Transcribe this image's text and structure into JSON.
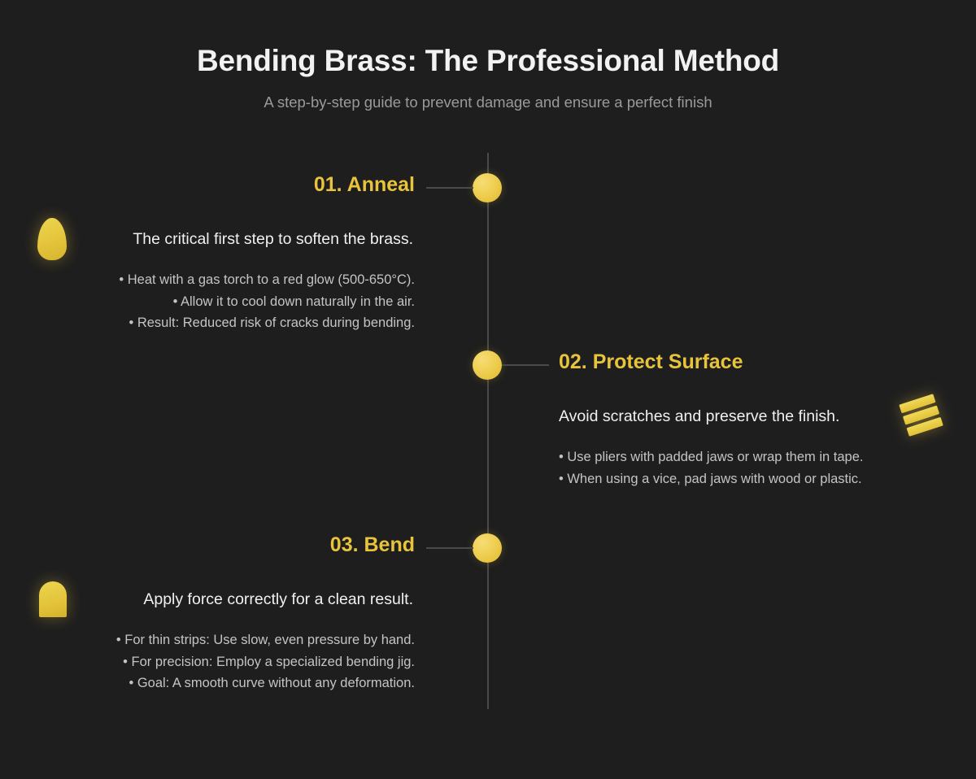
{
  "header": {
    "title": "Bending Brass: The Professional Method",
    "subtitle": "A step-by-step guide to prevent damage and ensure a perfect finish"
  },
  "colors": {
    "background": "#1e1e1e",
    "accent": "#e8c33c",
    "title_text": "#f2f2f2",
    "subtitle_text": "#9a9a9a",
    "lead_text": "#f0f0f0",
    "bullet_text": "#c4c4c4",
    "line": "#4a4a4a"
  },
  "steps": [
    {
      "heading": "01. Anneal",
      "number": "01",
      "name": "Anneal",
      "side": "left",
      "icon": "flame-icon",
      "lead": "The critical first step to soften the brass.",
      "bullets": [
        "• Heat with a gas torch to a red glow (500-650°C).",
        "• Allow it to cool down naturally in the air.",
        "• Result: Reduced risk of cracks during bending."
      ]
    },
    {
      "heading": "02. Protect Surface",
      "number": "02",
      "name": "Protect Surface",
      "side": "right",
      "icon": "tape-layers-icon",
      "lead": "Avoid scratches and preserve the finish.",
      "bullets": [
        "• Use pliers with padded jaws or wrap them in tape.",
        "• When using a vice, pad jaws with wood or plastic."
      ]
    },
    {
      "heading": "03. Bend",
      "number": "03",
      "name": "Bend",
      "side": "left",
      "icon": "arch-curve-icon",
      "lead": "Apply force correctly for a clean result.",
      "bullets": [
        "• For thin strips: Use slow, even pressure by hand.",
        "• For precision: Employ a specialized bending jig.",
        "• Goal: A smooth curve without any deformation."
      ]
    }
  ]
}
